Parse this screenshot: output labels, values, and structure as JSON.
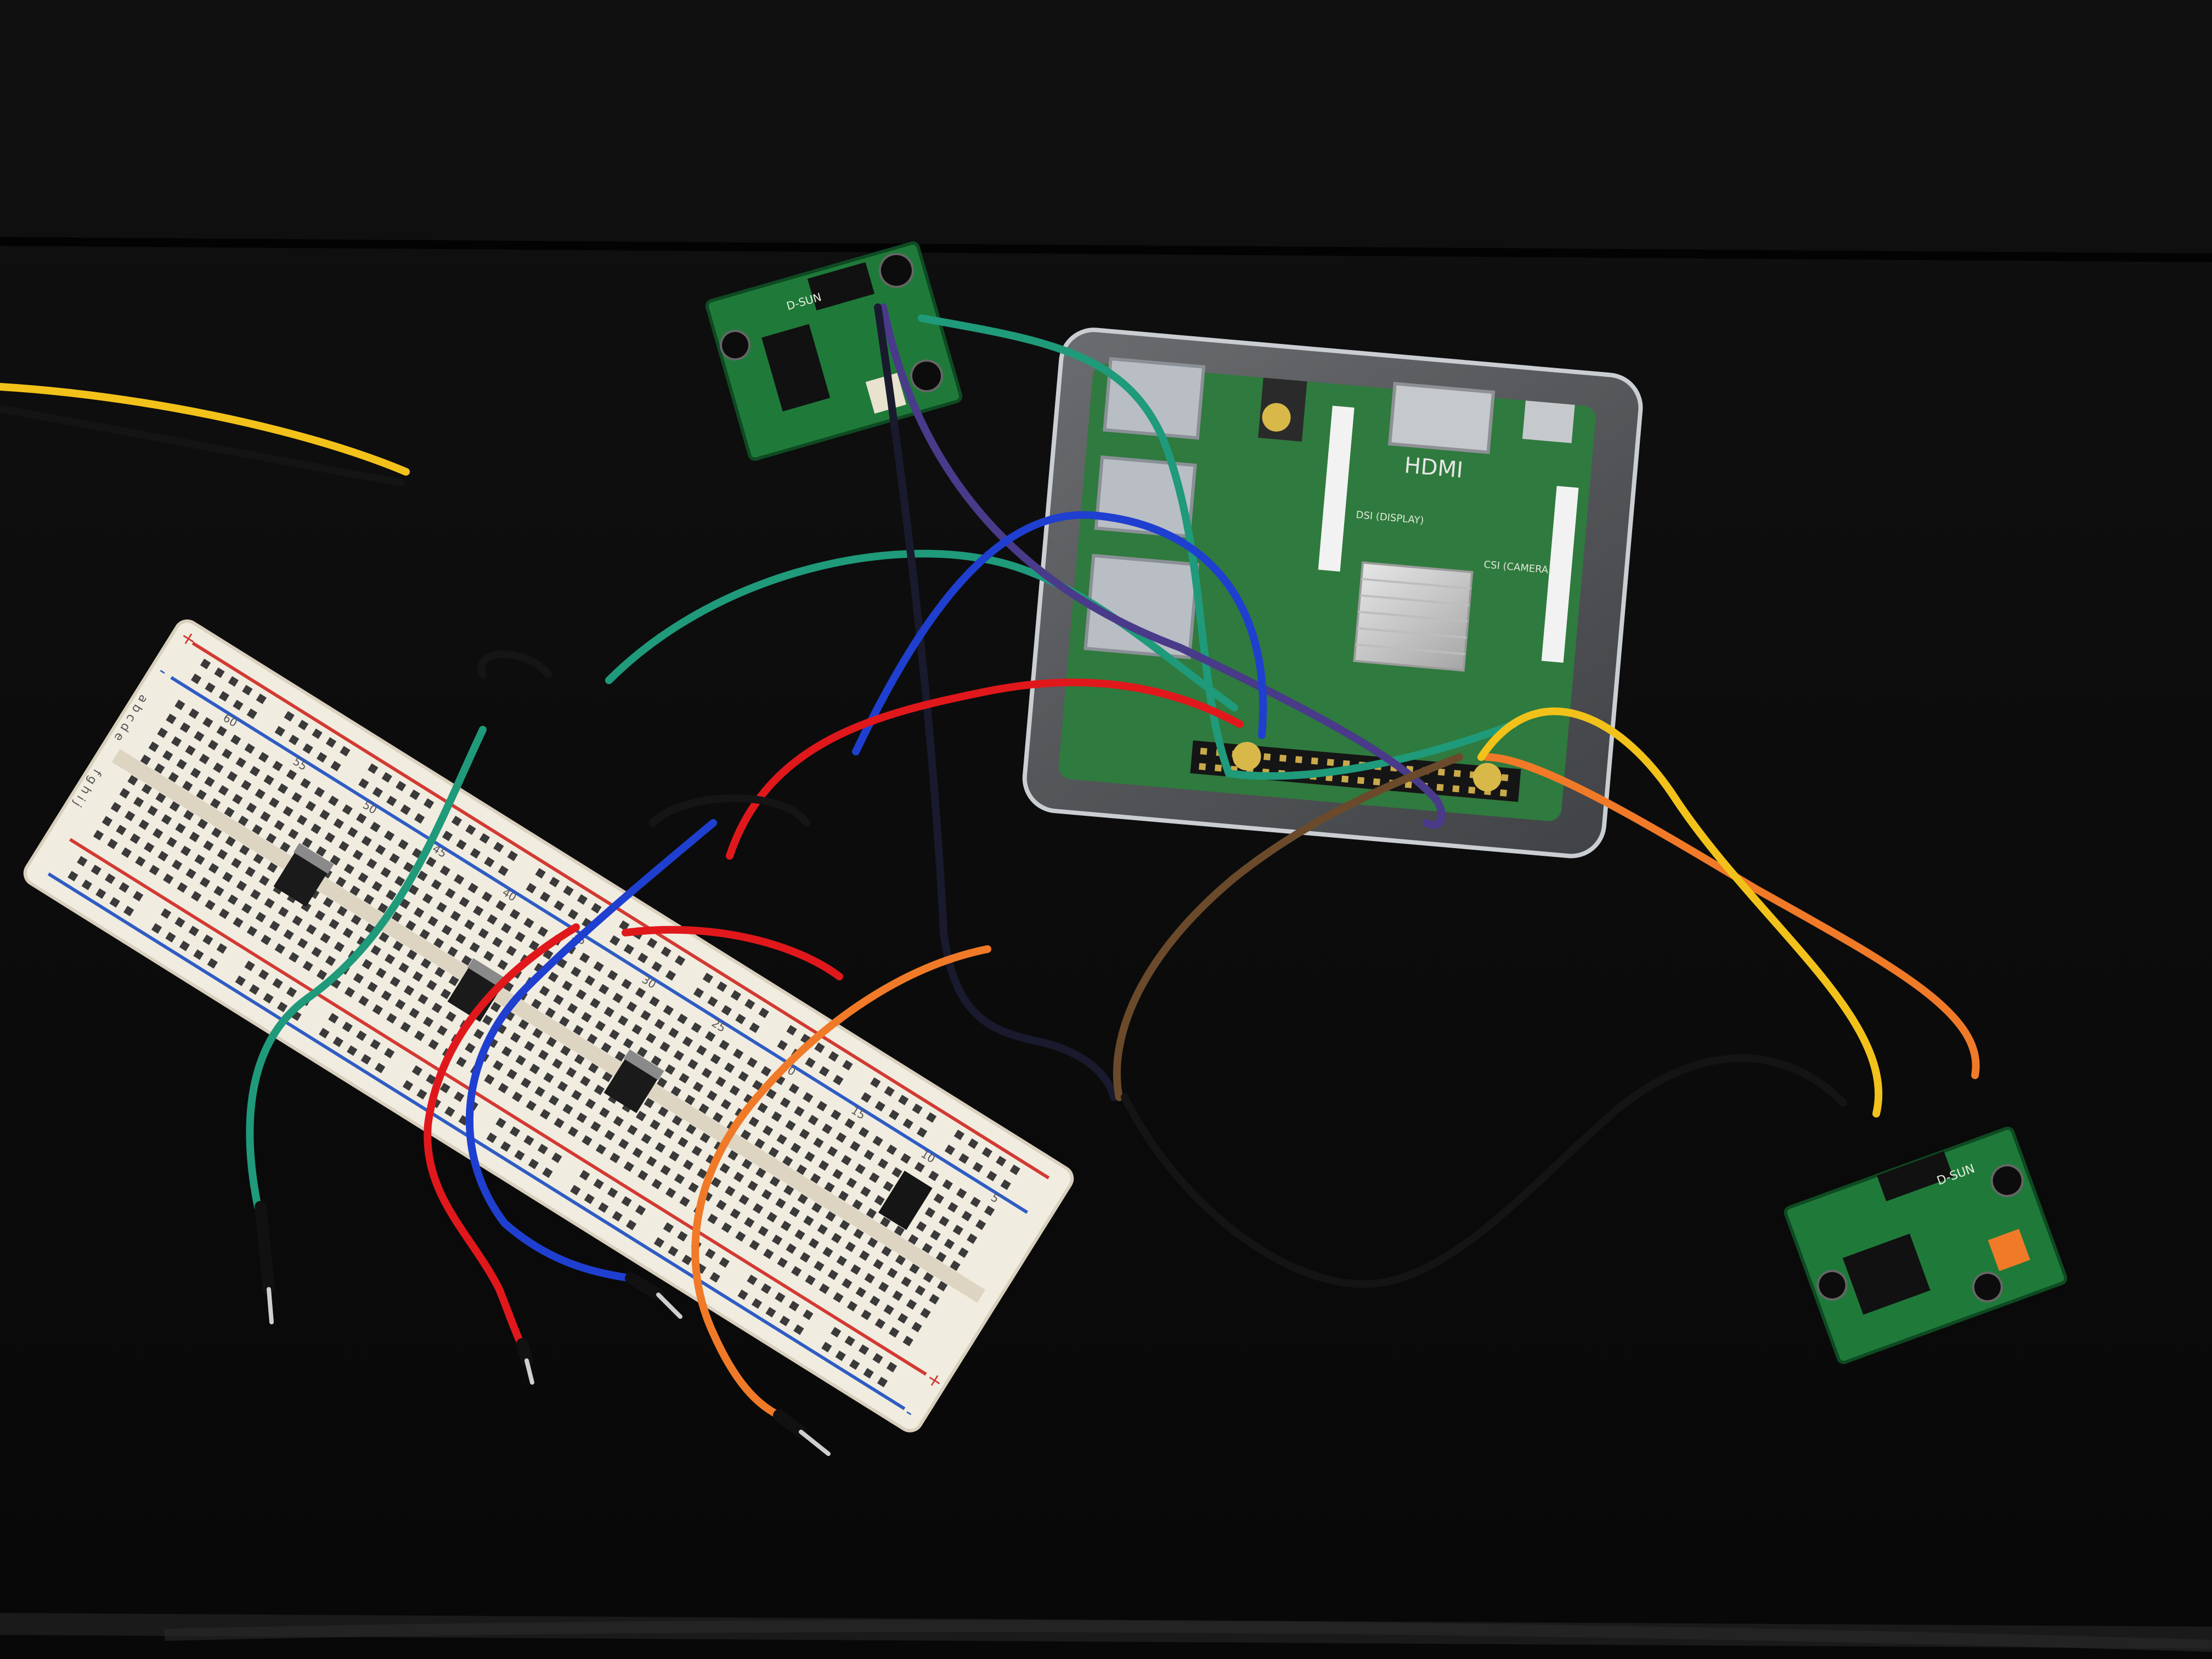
{
  "breadboard": {
    "rail_plus": "+",
    "rail_minus": "-",
    "row_letters_top": "a b c d e",
    "row_letters_bottom": "f g h i j",
    "column_numbers": [
      "60",
      "55",
      "50",
      "45",
      "40",
      "35",
      "30",
      "25",
      "20",
      "15",
      "10",
      "5"
    ]
  },
  "pir_top": {
    "board_text": "D-SUN"
  },
  "pir_right": {
    "board_text": "D-SUN"
  },
  "raspberry_pi": {
    "hdmi_label": "HDMI",
    "board_markings": [
      "DSI (DISPLAY)",
      "CSI (CAMERA)"
    ]
  },
  "colors": {
    "table": "#0e0e0e",
    "breadboard": "#f1ece0",
    "rail_red": "#d23a32",
    "rail_blue": "#2f5cc4",
    "pcb_green": "#1f7a3a",
    "wire_yellow": "#f2c21a",
    "wire_green": "#1f9a7a",
    "wire_blue": "#1f3fd0",
    "wire_red": "#e0181c",
    "wire_purple": "#4a3a8a",
    "wire_orange": "#f07a28",
    "wire_brown": "#6a4a2a",
    "wire_black": "#141414"
  }
}
